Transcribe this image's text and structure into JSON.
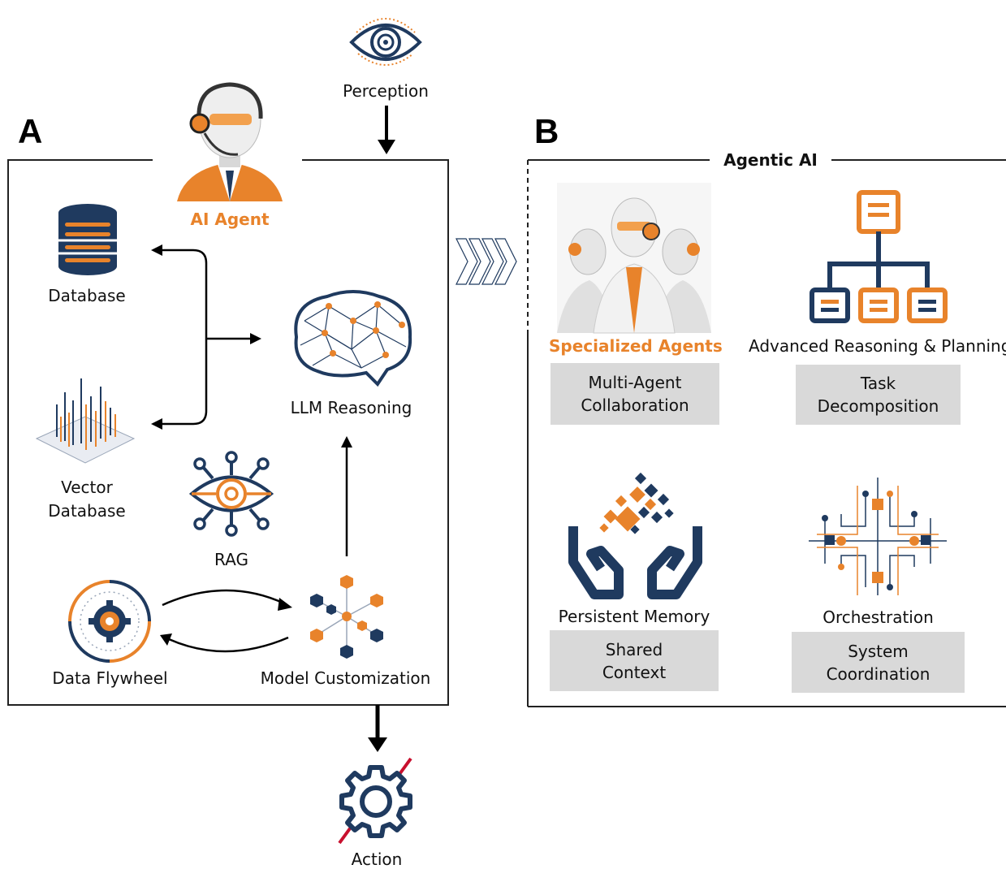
{
  "panel_a": {
    "letter": "A",
    "agent_label": "AI Agent",
    "perception_label": "Perception",
    "action_label": "Action",
    "nodes": {
      "database": "Database",
      "vector_database_line1": "Vector",
      "vector_database_line2": "Database",
      "rag": "RAG",
      "llm_reasoning": "LLM Reasoning",
      "data_flywheel": "Data Flywheel",
      "model_customization": "Model Customization"
    }
  },
  "panel_b": {
    "letter": "B",
    "frame_title": "Agentic AI",
    "cards": [
      {
        "title": "Specialized Agents",
        "box": "Multi-Agent\nCollaboration"
      },
      {
        "title": "Advanced Reasoning & Planning",
        "box": "Task\nDecomposition"
      },
      {
        "title": "Persistent Memory",
        "box": "Shared\nContext"
      },
      {
        "title": "Orchestration",
        "box": "System\nCoordination"
      }
    ]
  },
  "colors": {
    "orange": "#e8832b",
    "navy": "#1f3a5f",
    "box_gray": "#d9d9d9",
    "alert_red": "#c8102e"
  },
  "icons": {
    "perception": "eye-icon",
    "agent": "robot-agent-icon",
    "database": "database-icon",
    "vector_database": "vector-plot-icon",
    "rag": "rag-eye-network-icon",
    "llm": "brain-network-icon",
    "flywheel": "flywheel-gear-icon",
    "model_customization": "hexagon-network-icon",
    "action": "gear-icon",
    "specialized_agents": "robot-team-icon",
    "reasoning": "hierarchy-tree-icon",
    "memory": "hands-pixels-icon",
    "orchestration": "circuit-board-icon"
  }
}
